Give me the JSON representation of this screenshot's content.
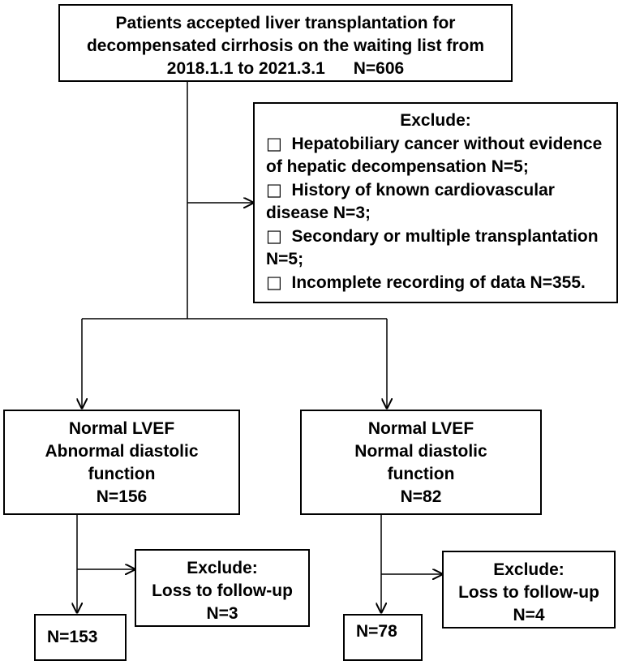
{
  "top_box": {
    "line1": "Patients accepted liver transplantation for",
    "line2": "decompensated cirrhosis on the waiting list from",
    "line3": "2018.1.1 to 2021.3.1      N=606"
  },
  "exclude_main": {
    "title": "Exclude:",
    "bullet": "□",
    "items": [
      {
        "l1": "Hepatobiliary cancer without evidence",
        "l2": "of hepatic decompensation N=5;"
      },
      {
        "l1": "History of known cardiovascular",
        "l2": "disease N=3;"
      },
      {
        "l1": "Secondary or multiple transplantation",
        "l2": "N=5;"
      },
      {
        "l1": "Incomplete recording of data N=355.",
        "l2": ""
      }
    ]
  },
  "group_abnormal": {
    "line1": "Normal LVEF",
    "line2": "Abnormal diastolic",
    "line3": "function",
    "line4": "N=156"
  },
  "group_normal": {
    "line1": "Normal LVEF",
    "line2": "Normal diastolic",
    "line3": "function",
    "line4": "N=82"
  },
  "exclude_left": {
    "line1": "Exclude:",
    "line2": "Loss to follow-up",
    "line3": "N=3"
  },
  "exclude_right": {
    "line1": "Exclude:",
    "line2": "Loss to follow-up",
    "line3": "N=4"
  },
  "final_left": {
    "label": "N=153"
  },
  "final_right": {
    "label": "N=78"
  }
}
